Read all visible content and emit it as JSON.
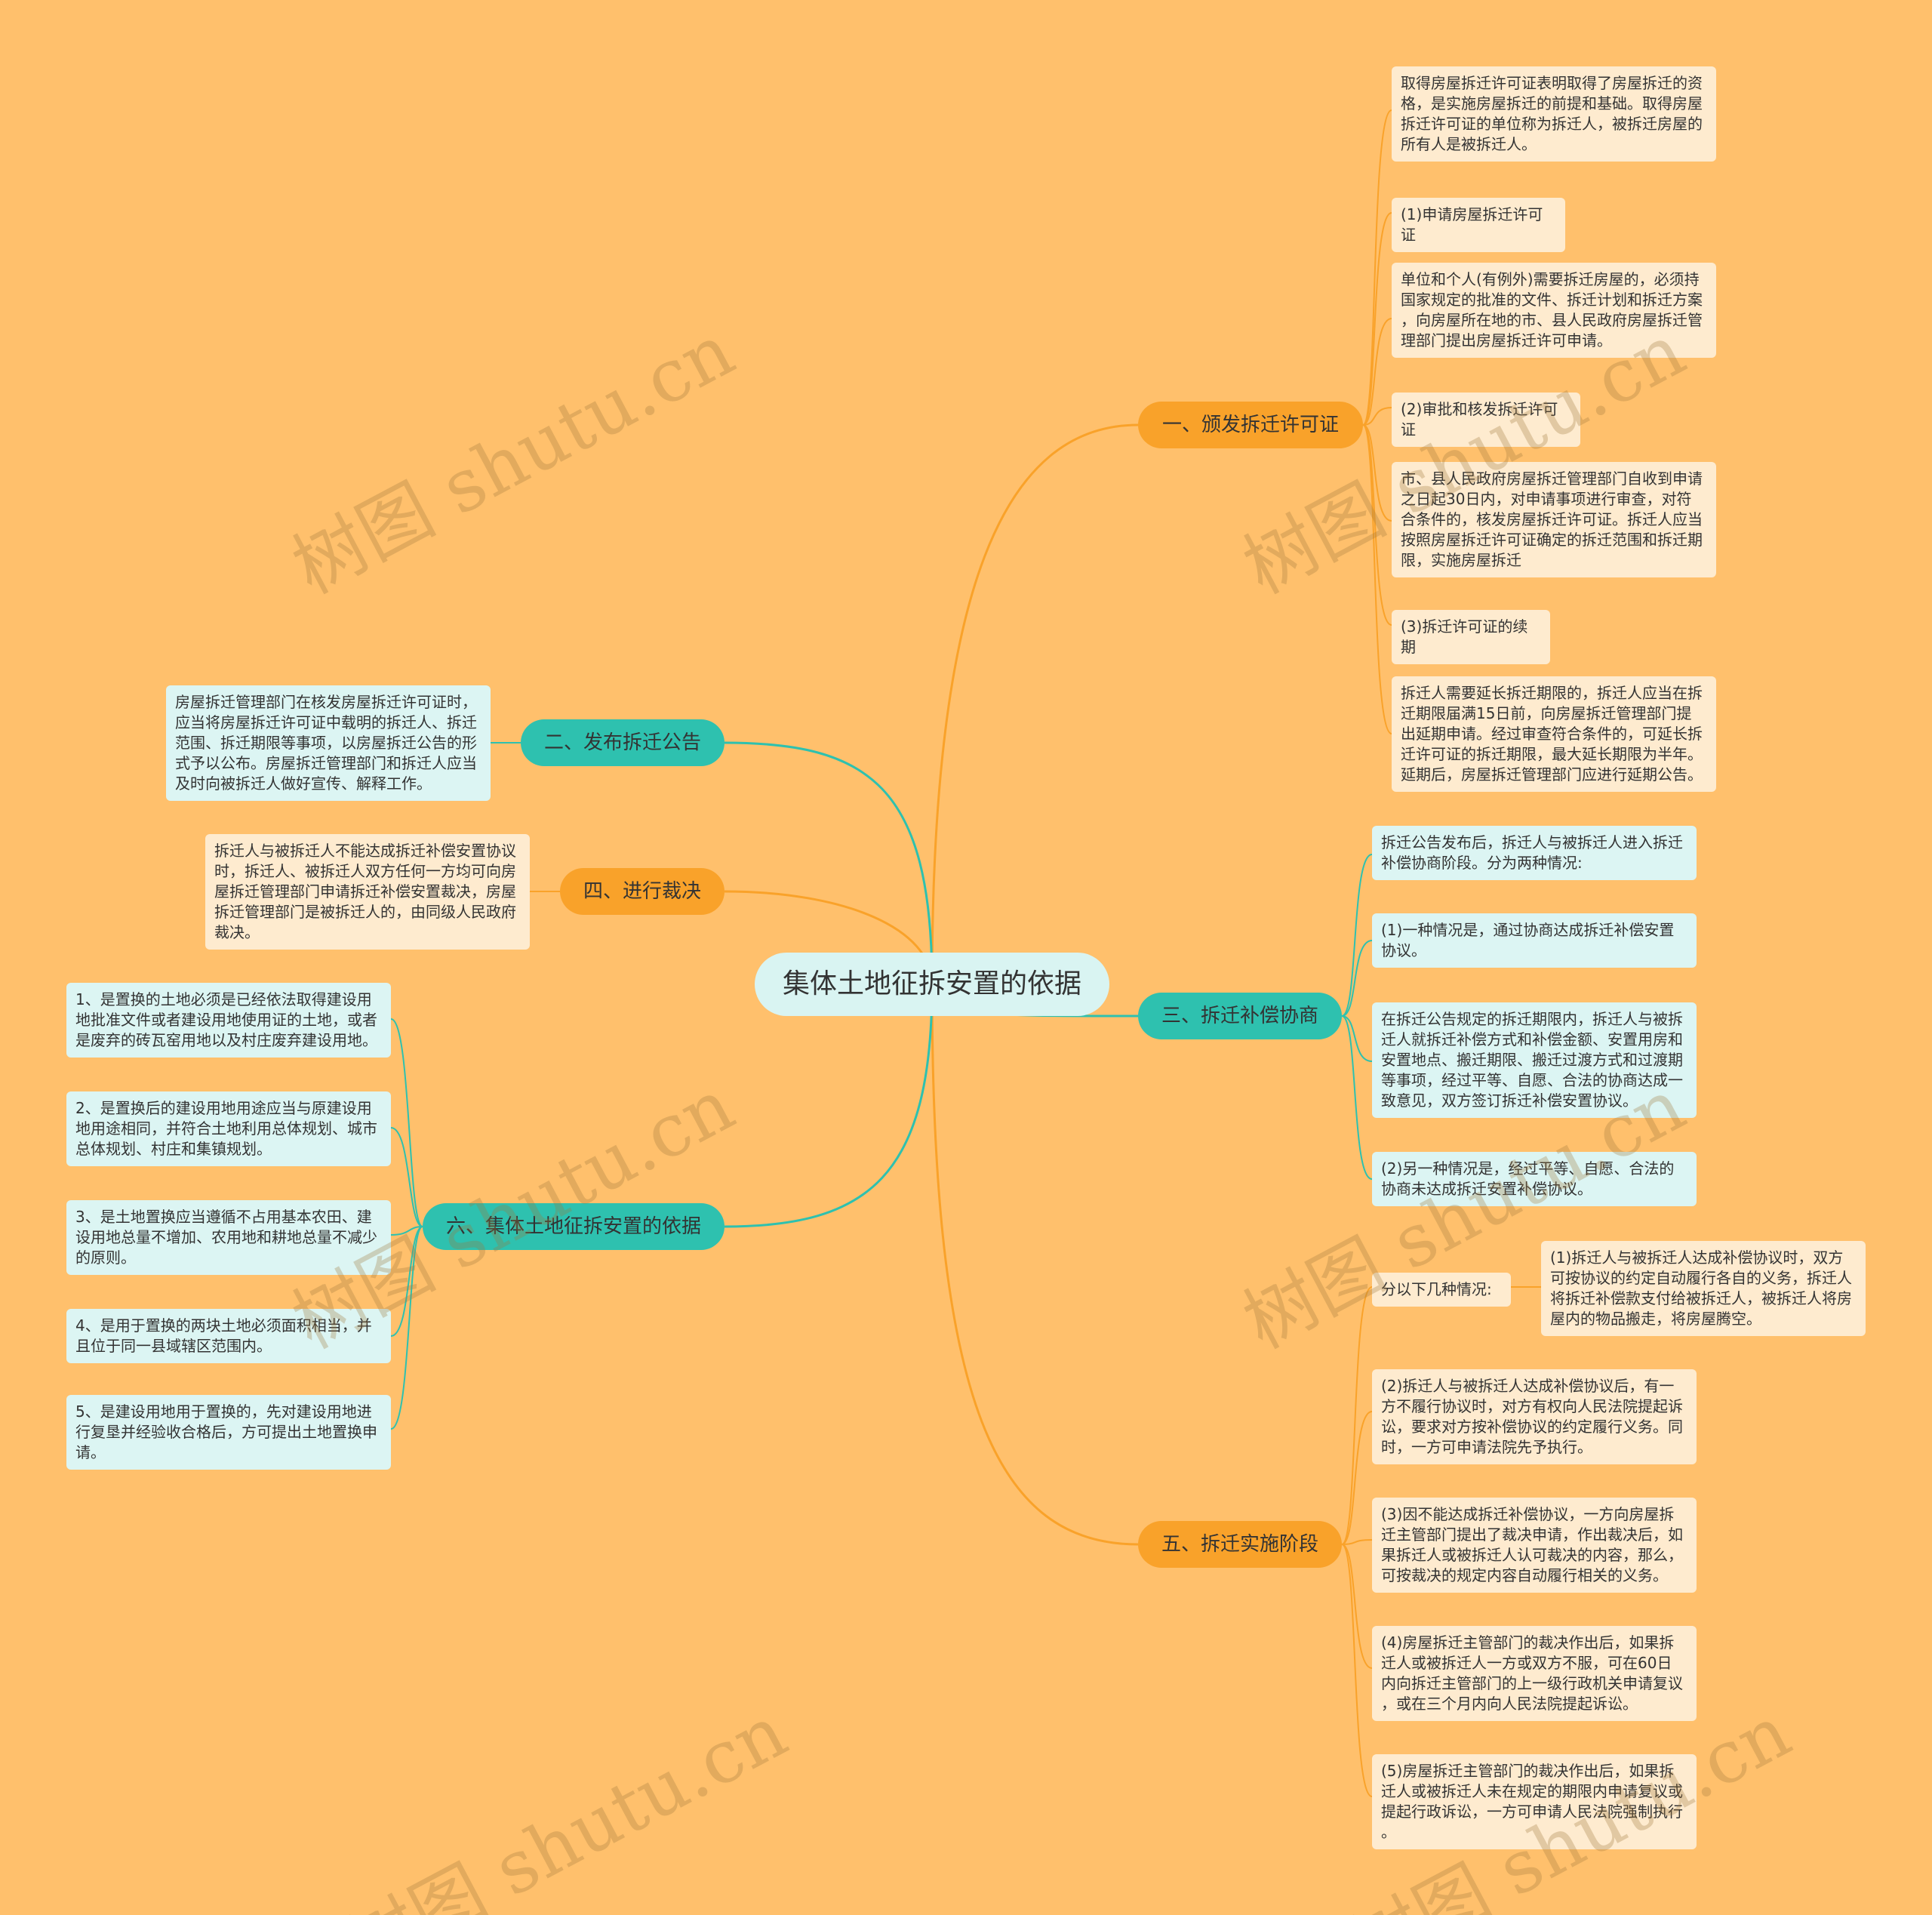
{
  "root": {
    "label": "集体土地征拆安置的依据"
  },
  "branches": {
    "b1": {
      "label": "一、颁发拆迁许可证",
      "items": [
        "取得房屋拆迁许可证表明取得了房屋拆迁的资\n格，是实施房屋拆迁的前提和基础。取得房屋\n拆迁许可证的单位称为拆迁人，被拆迁房屋的\n所有人是被拆迁人。",
        "(1)申请房屋拆迁许可证",
        "单位和个人(有例外)需要拆迁房屋的，必须持\n国家规定的批准的文件、拆迁计划和拆迁方案\n，向房屋所在地的市、县人民政府房屋拆迁管\n理部门提出房屋拆迁许可申请。",
        "(2)审批和核发拆迁许可证",
        "市、县人民政府房屋拆迁管理部门自收到申请\n之日起30日内，对申请事项进行审查，对符\n合条件的，核发房屋拆迁许可证。拆迁人应当\n按照房屋拆迁许可证确定的拆迁范围和拆迁期\n限，实施房屋拆迁",
        "(3)拆迁许可证的续期",
        "拆迁人需要延长拆迁期限的，拆迁人应当在拆\n迁期限届满15日前，向房屋拆迁管理部门提\n出延期申请。经过审查符合条件的，可延长拆\n迁许可证的拆迁期限，最大延长期限为半年。\n延期后，房屋拆迁管理部门应进行延期公告。"
      ]
    },
    "b2": {
      "label": "二、发布拆迁公告",
      "items": [
        "房屋拆迁管理部门在核发房屋拆迁许可证时，\n应当将房屋拆迁许可证中载明的拆迁人、拆迁\n范围、拆迁期限等事项，以房屋拆迁公告的形\n式予以公布。房屋拆迁管理部门和拆迁人应当\n及时向被拆迁人做好宣传、解释工作。"
      ]
    },
    "b3": {
      "label": "三、拆迁补偿协商",
      "items": [
        "拆迁公告发布后，拆迁人与被拆迁人进入拆迁\n补偿协商阶段。分为两种情况:",
        "(1)一种情况是，通过协商达成拆迁补偿安置\n协议。",
        "在拆迁公告规定的拆迁期限内，拆迁人与被拆\n迁人就拆迁补偿方式和补偿金额、安置用房和\n安置地点、搬迁期限、搬迁过渡方式和过渡期\n等事项，经过平等、自愿、合法的协商达成一\n致意见，双方签订拆迁补偿安置协议。",
        "(2)另一种情况是，经过平等、自愿、合法的\n协商未达成拆迁安置补偿协议。"
      ]
    },
    "b4": {
      "label": "四、进行裁决",
      "items": [
        "拆迁人与被拆迁人不能达成拆迁补偿安置协议\n时，拆迁人、被拆迁人双方任何一方均可向房\n屋拆迁管理部门申请拆迁补偿安置裁决，房屋\n拆迁管理部门是被拆迁人的，由同级人民政府\n裁决。"
      ]
    },
    "b5": {
      "label": "五、拆迁实施阶段",
      "sub_label": "分以下几种情况:",
      "sub_item": "(1)拆迁人与被拆迁人达成补偿协议时，双方\n可按协议的约定自动履行各自的义务，拆迁人\n将拆迁补偿款支付给被拆迁人，被拆迁人将房\n屋内的物品搬走，将房屋腾空。",
      "items": [
        "(2)拆迁人与被拆迁人达成补偿协议后，有一\n方不履行协议时，对方有权向人民法院提起诉\n讼，要求对方按补偿协议的约定履行义务。同\n时，一方可申请法院先予执行。",
        "(3)因不能达成拆迁补偿协议，一方向房屋拆\n迁主管部门提出了裁决申请，作出裁决后，如\n果拆迁人或被拆迁人认可裁决的内容，那么，\n可按裁决的规定内容自动履行相关的义务。",
        "(4)房屋拆迁主管部门的裁决作出后，如果拆\n迁人或被拆迁人一方或双方不服，可在60日\n内向拆迁主管部门的上一级行政机关申请复议\n，或在三个月内向人民法院提起诉讼。",
        "(5)房屋拆迁主管部门的裁决作出后，如果拆\n迁人或被拆迁人未在规定的期限内申请复议或\n提起行政诉讼，一方可申请人民法院强制执行\n。"
      ]
    },
    "b6": {
      "label": "六、集体土地征拆安置的依据",
      "items": [
        "1、是置换的土地必须是已经依法取得建设用\n地批准文件或者建设用地使用证的土地，或者\n是废弃的砖瓦窑用地以及村庄废弃建设用地。",
        "2、是置换后的建设用地用途应当与原建设用\n地用途相同，并符合土地利用总体规划、城市\n总体规划、村庄和集镇规划。",
        "3、是土地置换应当遵循不占用基本农田、建\n设用地总量不增加、农用地和耕地总量不减少\n的原则。",
        "4、是用于置换的两块土地必须面积相当，并\n且位于同一县域辖区范围内。",
        "5、是建设用地用于置换的，先对建设用地进\n行复垦并经验收合格后，方可提出土地置换申\n请。"
      ]
    }
  },
  "watermark": {
    "text": "树图 shutu.cn"
  },
  "colors": {
    "background": "#FFC06C",
    "orange": "#F9A22A",
    "teal": "#2EC1AF",
    "cream": "#FEEBCF",
    "mint": "#DCF5F3"
  }
}
